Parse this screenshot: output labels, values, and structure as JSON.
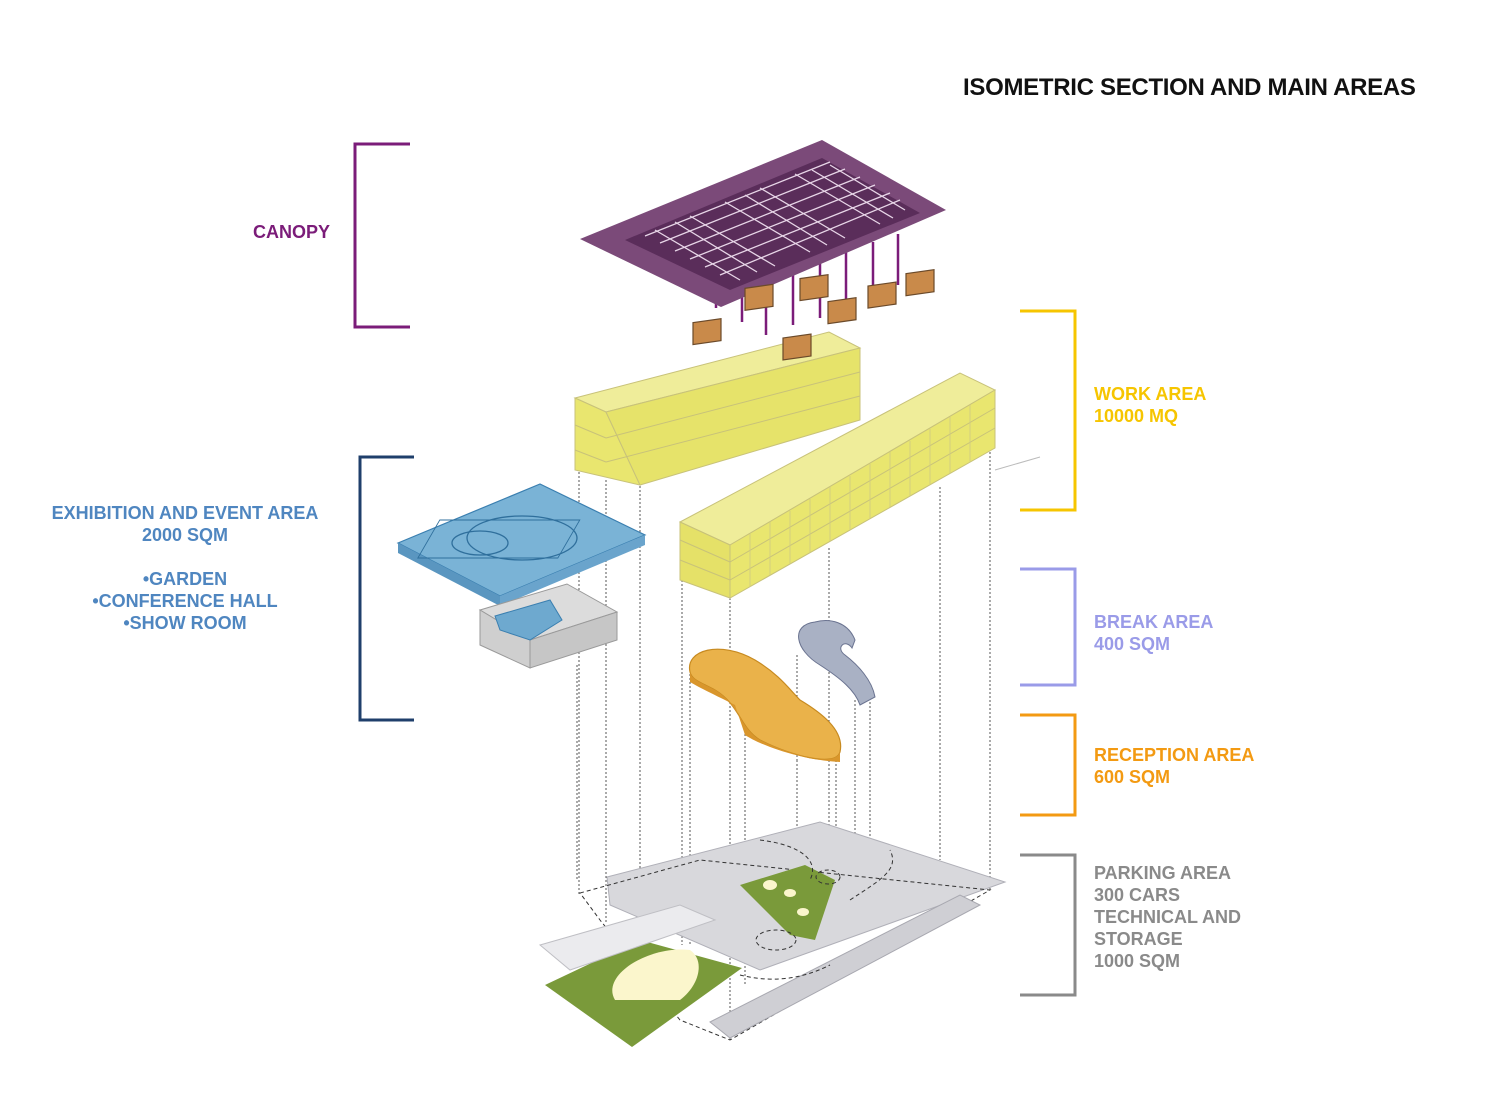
{
  "title": "ISOMETRIC SECTION AND MAIN AREAS",
  "colors": {
    "canopy": "#7b1c79",
    "work": "#f6c500",
    "exhibition": "#4f86c0",
    "exhibition_bracket": "#1f3f6b",
    "break": "#9a9be8",
    "reception": "#f39a12",
    "parking": "#8a8a8a"
  },
  "labels": {
    "canopy": [
      "CANOPY"
    ],
    "work": [
      "WORK AREA",
      "10000 MQ"
    ],
    "exhibition": [
      "EXHIBITION AND EVENT AREA",
      "2000 SQM",
      "",
      "•GARDEN",
      "•CONFERENCE HALL",
      "•SHOW ROOM"
    ],
    "break": [
      "BREAK AREA",
      "400 SQM"
    ],
    "reception": [
      "RECEPTION AREA",
      "600 SQM"
    ],
    "parking": [
      "PARKING AREA",
      "300 CARS",
      "TECHNICAL AND",
      "STORAGE",
      "1000 SQM"
    ]
  }
}
